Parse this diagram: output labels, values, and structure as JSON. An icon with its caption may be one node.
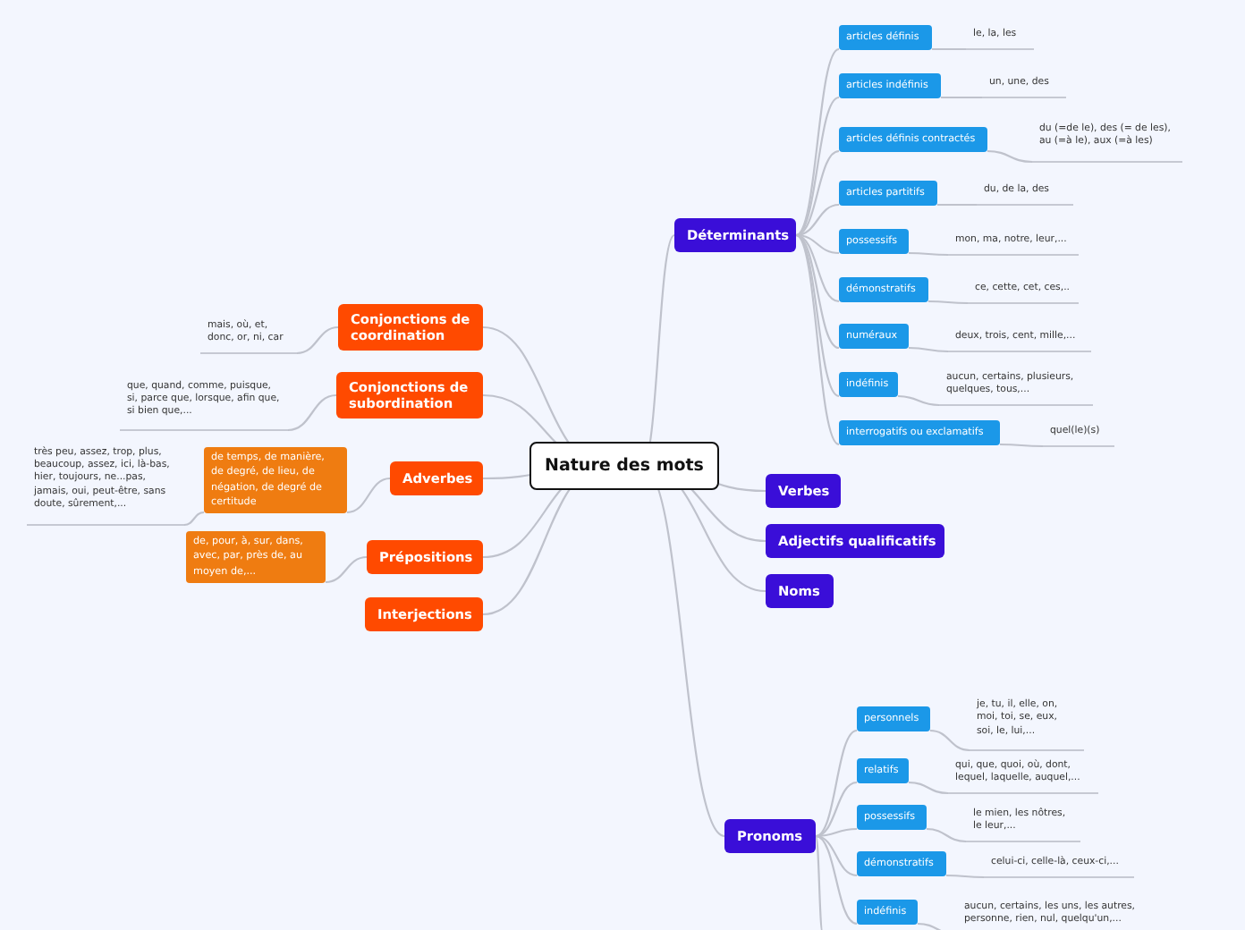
{
  "diagram": {
    "nodes": [
      {
        "text": [
          "Nature des mots"
        ]
      },
      {
        "text": [
          "Déterminants"
        ]
      },
      {
        "text": [
          "articles définis"
        ]
      },
      {
        "text": [
          "le, la, les"
        ]
      },
      {
        "text": [
          "articles indéfinis"
        ]
      },
      {
        "text": [
          "un, une, des"
        ]
      },
      {
        "text": [
          "articles définis contractés"
        ]
      },
      {
        "text": [
          "du (=de le), des (= de les), au (=à le), aux (=à les)"
        ]
      },
      {
        "text": [
          "articles partitifs"
        ]
      },
      {
        "text": [
          "du, de la, des"
        ]
      },
      {
        "text": [
          "possessifs"
        ]
      },
      {
        "text": [
          "mon, ma, notre, leur,..."
        ]
      },
      {
        "text": [
          "démonstratifs"
        ]
      },
      {
        "text": [
          "ce, cette, cet, ces,.."
        ]
      },
      {
        "text": [
          "numéraux"
        ]
      },
      {
        "text": [
          "deux, trois, cent, mille,..."
        ]
      },
      {
        "text": [
          "indéfinis"
        ]
      },
      {
        "text": [
          "aucun, certains, plusieurs, quelques, tous,..."
        ]
      },
      {
        "text": [
          "interrogatifs ou exclamatifs"
        ]
      },
      {
        "text": [
          "quel(le)(s)"
        ]
      },
      {
        "text": [
          "Verbes"
        ]
      },
      {
        "text": [
          "Adjectifs qualificatifs"
        ]
      },
      {
        "text": [
          "Noms"
        ]
      },
      {
        "text": [
          "Pronoms"
        ]
      },
      {
        "text": [
          "personnels"
        ]
      },
      {
        "text": [
          "je, tu, il, elle, on, moi, toi, se, eux, soi, le, lui,..."
        ]
      },
      {
        "text": [
          "relatifs"
        ]
      },
      {
        "text": [
          "qui, que, quoi, où, dont, lequel, laquelle, auquel,..."
        ]
      },
      {
        "text": [
          "possessifs"
        ]
      },
      {
        "text": [
          "le mien, les nôtres, le leur,..."
        ]
      },
      {
        "text": [
          "démonstratifs"
        ]
      },
      {
        "text": [
          "celui-ci, celle-là, ceux-ci,..."
        ]
      },
      {
        "text": [
          "indéfinis"
        ]
      },
      {
        "text": [
          "aucun, certains, les uns, les autres, personne, rien, nul, quelqu'un,..."
        ]
      },
      {
        "text": [
          "Conjonctions de coordination"
        ]
      },
      {
        "text": [
          "mais, où, et, donc, or, ni, car"
        ]
      },
      {
        "text": [
          "Conjonctions de subordination"
        ]
      },
      {
        "text": [
          "que, quand, comme, puisque, si, parce que, lorsque, afin que, si bien que,..."
        ]
      },
      {
        "text": [
          "Adverbes"
        ]
      },
      {
        "text": [
          "de temps, de manière, de degré, de lieu, de négation, de degré de certitude"
        ]
      },
      {
        "text": [
          "très peu, assez, trop, plus, beaucoup, assez, ici, là-bas, hier, toujours, ne...pas, jamais, oui, peut-être, sans doute, sûrement,..."
        ]
      },
      {
        "text": [
          "Prépositions"
        ]
      },
      {
        "text": [
          "de, pour, à, sur, dans, avec, par, près de, au moyen de,..."
        ]
      },
      {
        "text": [
          "Interjections"
        ]
      }
    ],
    "edges": [
      {
        "from": 0,
        "to": 1,
        "arrow": "none"
      },
      {
        "from": 1,
        "to": 2,
        "arrow": "none"
      },
      {
        "from": 2,
        "to": 3,
        "arrow": "none"
      },
      {
        "from": 1,
        "to": 4,
        "arrow": "none"
      },
      {
        "from": 4,
        "to": 5,
        "arrow": "none"
      },
      {
        "from": 1,
        "to": 6,
        "arrow": "none"
      },
      {
        "from": 6,
        "to": 7,
        "arrow": "none"
      },
      {
        "from": 1,
        "to": 8,
        "arrow": "none"
      },
      {
        "from": 8,
        "to": 9,
        "arrow": "none"
      },
      {
        "from": 1,
        "to": 10,
        "arrow": "none"
      },
      {
        "from": 10,
        "to": 11,
        "arrow": "none"
      },
      {
        "from": 1,
        "to": 12,
        "arrow": "none"
      },
      {
        "from": 12,
        "to": 13,
        "arrow": "none"
      },
      {
        "from": 1,
        "to": 14,
        "arrow": "none"
      },
      {
        "from": 14,
        "to": 15,
        "arrow": "none"
      },
      {
        "from": 1,
        "to": 16,
        "arrow": "none"
      },
      {
        "from": 16,
        "to": 17,
        "arrow": "none"
      },
      {
        "from": 1,
        "to": 18,
        "arrow": "none"
      },
      {
        "from": 18,
        "to": 19,
        "arrow": "none"
      },
      {
        "from": 0,
        "to": 20,
        "arrow": "none"
      },
      {
        "from": 0,
        "to": 21,
        "arrow": "none"
      },
      {
        "from": 0,
        "to": 22,
        "arrow": "none"
      },
      {
        "from": 0,
        "to": 23,
        "arrow": "none"
      },
      {
        "from": 23,
        "to": 24,
        "arrow": "none"
      },
      {
        "from": 24,
        "to": 25,
        "arrow": "none"
      },
      {
        "from": 23,
        "to": 26,
        "arrow": "none"
      },
      {
        "from": 26,
        "to": 27,
        "arrow": "none"
      },
      {
        "from": 23,
        "to": 28,
        "arrow": "none"
      },
      {
        "from": 28,
        "to": 29,
        "arrow": "none"
      },
      {
        "from": 23,
        "to": 30,
        "arrow": "none"
      },
      {
        "from": 30,
        "to": 31,
        "arrow": "none"
      },
      {
        "from": 23,
        "to": 32,
        "arrow": "none"
      },
      {
        "from": 32,
        "to": 33,
        "arrow": "none"
      },
      {
        "from": 23,
        "to": null,
        "arrow": "none"
      },
      {
        "from": 0,
        "to": 34,
        "arrow": "none"
      },
      {
        "from": 34,
        "to": 35,
        "arrow": "none"
      },
      {
        "from": 0,
        "to": 36,
        "arrow": "none"
      },
      {
        "from": 36,
        "to": 37,
        "arrow": "none"
      },
      {
        "from": 0,
        "to": 38,
        "arrow": "none"
      },
      {
        "from": 38,
        "to": 39,
        "arrow": "none"
      },
      {
        "from": 39,
        "to": 40,
        "arrow": "none"
      },
      {
        "from": 0,
        "to": 41,
        "arrow": "none"
      },
      {
        "from": 41,
        "to": 42,
        "arrow": "none"
      },
      {
        "from": 0,
        "to": 43,
        "arrow": "none"
      }
    ]
  }
}
